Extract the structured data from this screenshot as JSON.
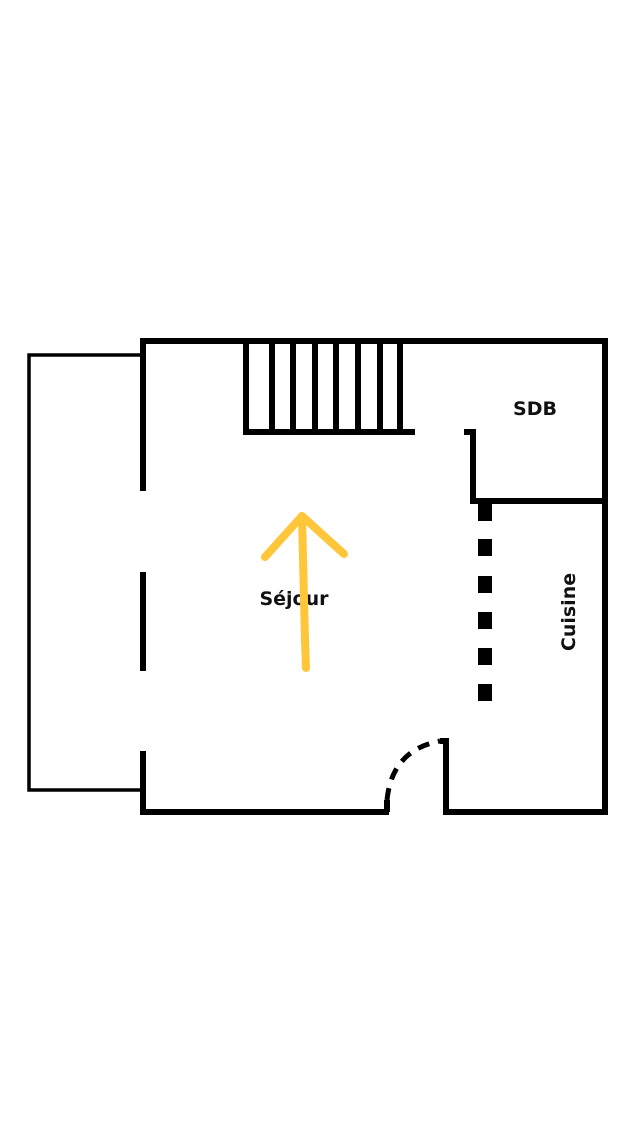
{
  "rooms": {
    "bathroom": "SDB",
    "living_room": "Séjour",
    "kitchen": "Cuisine"
  },
  "colors": {
    "wall": "#000000",
    "arrow": "#FFC63A"
  }
}
